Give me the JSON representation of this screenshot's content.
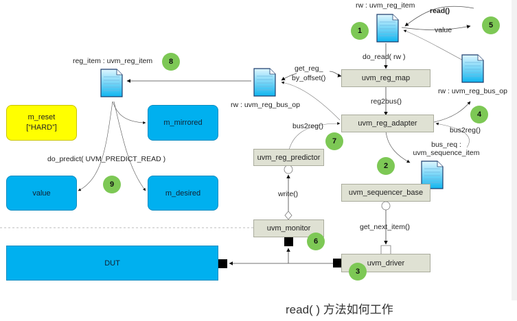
{
  "diagram": {
    "caption": "read( ) 方法如何工作",
    "colors": {
      "component_fill": "#dfe1d3",
      "field_fill": "#00b0ef",
      "reset_fill": "#ffff00",
      "step_badge": "#7dc855",
      "document_fill": "#27c2f5"
    },
    "documents": {
      "rw_reg_item": "rw : uvm_reg_item",
      "reg_item": "reg_item : uvm_reg_item",
      "rw_bus_op_left": "rw : uvm_reg_bus_op",
      "rw_bus_op_right": "rw : uvm_reg_bus_op",
      "bus_req_line1": "bus_req :",
      "bus_req_line2": "uvm_sequence_item"
    },
    "components": {
      "reg_map": "uvm_reg_map",
      "reg_adapter": "uvm_reg_adapter",
      "reg_predictor": "uvm_reg_predictor",
      "sequencer": "uvm_sequencer_base",
      "monitor": "uvm_monitor",
      "driver": "uvm_driver",
      "dut": "DUT"
    },
    "fields": {
      "m_reset_line1": "m_reset",
      "m_reset_line2": "[“HARD”]",
      "m_mirrored": "m_mirrored",
      "value": "value",
      "m_desired": "m_desired"
    },
    "edge_labels": {
      "read": "read()",
      "value": "value",
      "do_read": "do_read( rw )",
      "get_reg_line1": "get_reg_",
      "get_reg_line2": "by_offset()",
      "reg2bus": "reg2bus()",
      "bus2reg_left": "bus2reg()",
      "bus2reg_right": "bus2reg()",
      "write": "write()",
      "get_next_item": "get_next_item()",
      "do_predict": "do_predict( UVM_PREDICT_READ )"
    },
    "steps": [
      "1",
      "2",
      "3",
      "4",
      "5",
      "6",
      "7",
      "8",
      "9"
    ]
  }
}
